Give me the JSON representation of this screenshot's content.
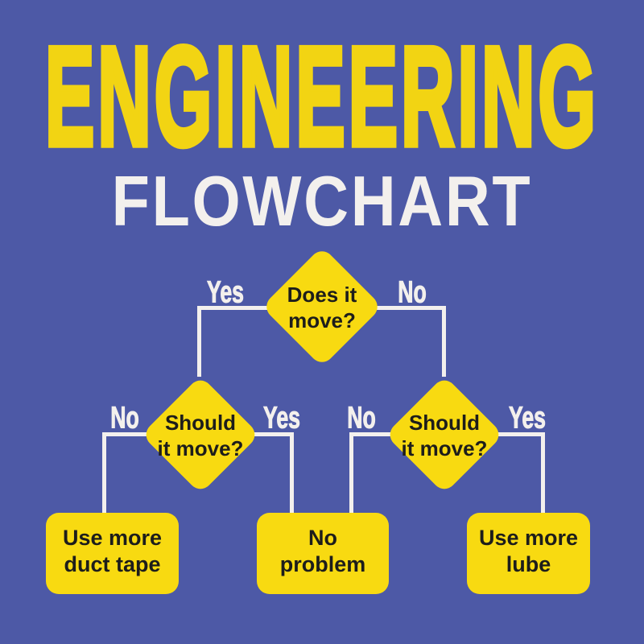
{
  "title": {
    "main": "ENGINEERING",
    "sub": "FLOWCHART"
  },
  "colors": {
    "background": "#4d59a6",
    "shape_yellow": "#f8da11",
    "title_yellow": "#f2d413",
    "subtitle_white": "#f3f0ed",
    "line_white": "#f3f0ed",
    "text_black": "#1d1d1b"
  },
  "flowchart": {
    "root": {
      "line1": "Does it",
      "line2": "move?"
    },
    "left_decision": {
      "line1": "Should",
      "line2": "it move?"
    },
    "right_decision": {
      "line1": "Should",
      "line2": "it move?"
    },
    "outcomes": {
      "duct_tape": {
        "line1": "Use more",
        "line2": "duct tape"
      },
      "no_problem": {
        "line1": "No",
        "line2": "problem"
      },
      "lube": {
        "line1": "Use more",
        "line2": "lube"
      }
    },
    "edge_labels": {
      "root_yes": "Yes",
      "root_no": "No",
      "left_no": "No",
      "left_yes": "Yes",
      "right_no": "No",
      "right_yes": "Yes"
    },
    "edges": [
      {
        "from": "Does it move?",
        "label": "Yes",
        "to": "Should it move? (left)"
      },
      {
        "from": "Does it move?",
        "label": "No",
        "to": "Should it move? (right)"
      },
      {
        "from": "Should it move? (left)",
        "label": "No",
        "to": "Use more duct tape"
      },
      {
        "from": "Should it move? (left)",
        "label": "Yes",
        "to": "No problem"
      },
      {
        "from": "Should it move? (right)",
        "label": "No",
        "to": "No problem"
      },
      {
        "from": "Should it move? (right)",
        "label": "Yes",
        "to": "Use more lube"
      }
    ]
  }
}
